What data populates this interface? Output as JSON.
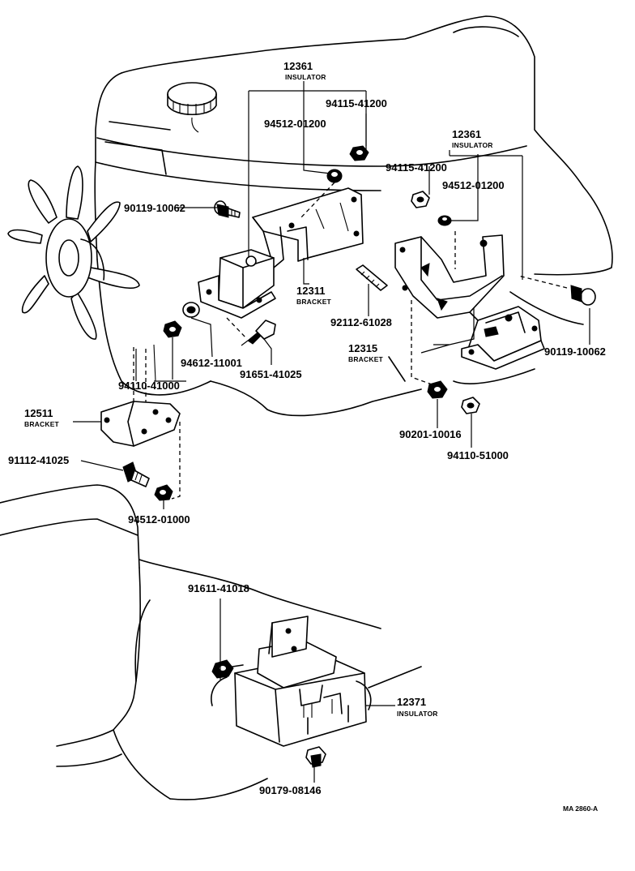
{
  "labels": {
    "p12361a": "12361",
    "p12361a_cap": "INSULATOR",
    "p94115a": "94115-41200",
    "p94512a": "94512-01200",
    "p90119a": "90119-10062",
    "p12361b": "12361",
    "p12361b_cap": "INSULATOR",
    "p94115b": "94115-41200",
    "p94512b": "94512-01200",
    "p12311": "12311",
    "p12311_cap": "BRACKET",
    "p92112": "92112-61028",
    "p12315": "12315",
    "p12315_cap": "BRACKET",
    "p90119b": "90119-10062",
    "p94612": "94612-11001",
    "p91651": "91651-41025",
    "p94110a": "94110-41000",
    "p12511": "12511",
    "p12511_cap": "BRACKET",
    "p90201": "90201-10016",
    "p94110b": "94110-51000",
    "p91112": "91112-41025",
    "p94512c": "94512-01000",
    "p91611": "91611-41018",
    "p12371": "12371",
    "p12371_cap": "INSULATOR",
    "p90179": "90179-08146",
    "ref_code": "MA 2860-A"
  }
}
